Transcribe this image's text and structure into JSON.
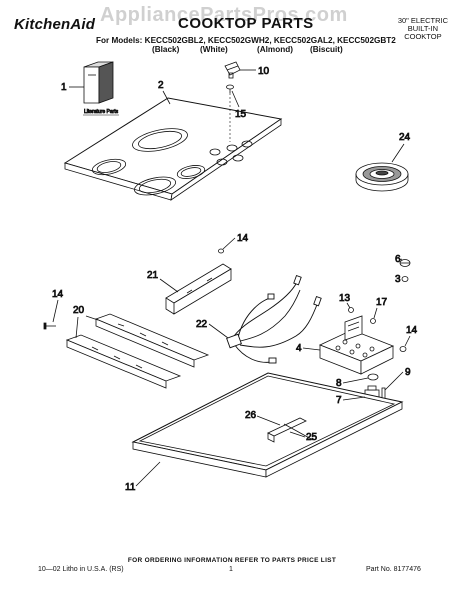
{
  "header": {
    "watermark": "AppliancePartsPros.com",
    "brand": "KitchenAid",
    "title": "COOKTOP PARTS",
    "side_label": [
      "30\" ELECTRIC",
      "BUILT-IN",
      "COOKTOP"
    ],
    "models_line": "For Models: KECC502GBL2, KECC502GWH2, KECC502GAL2, KECC502GBT2",
    "colors": [
      "(Black)",
      "(White)",
      "(Almond)",
      "(Biscuit)"
    ]
  },
  "callouts": {
    "c1": "1",
    "c2": "2",
    "c3": "3",
    "c4": "4",
    "c6": "6",
    "c7": "7",
    "c8": "8",
    "c9": "9",
    "c10": "10",
    "c11": "11",
    "c13": "13",
    "c14a": "14",
    "c14b": "14",
    "c14c": "14",
    "c15": "15",
    "c17": "17",
    "c20": "20",
    "c21": "21",
    "c22": "22",
    "c24": "24",
    "c25": "25",
    "c26": "26"
  },
  "literature_label": "Literature Parts",
  "footer": {
    "order_note": "FOR ORDERING INFORMATION REFER TO PARTS PRICE LIST",
    "litho": "10—02 Litho in U.S.A. (RS)",
    "page": "1",
    "part_number": "Part No. 8177476"
  }
}
